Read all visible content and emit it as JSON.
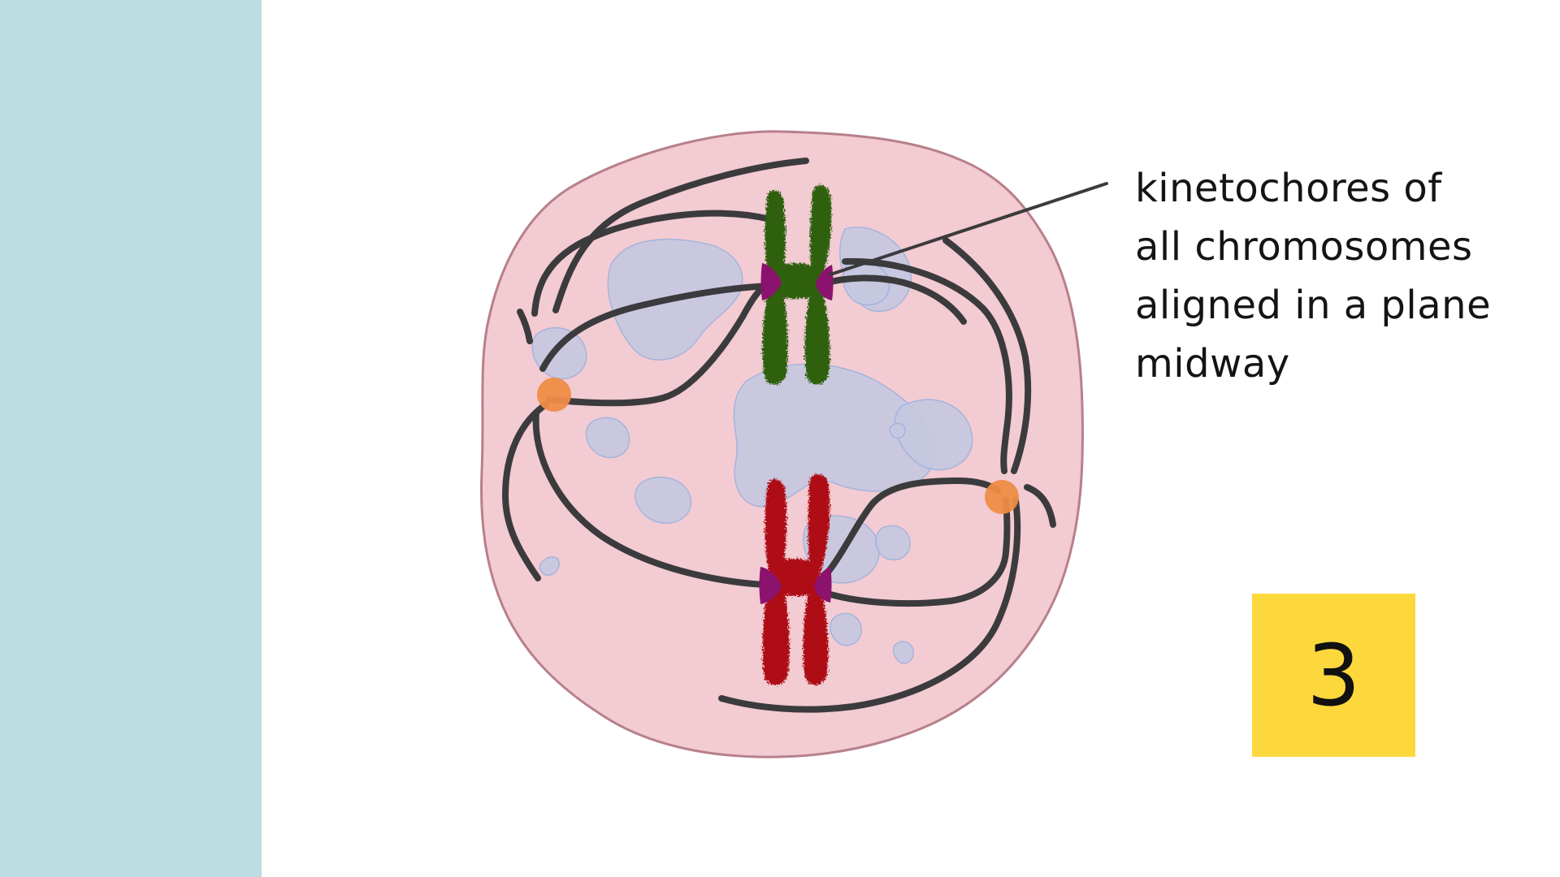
{
  "colors": {
    "side_panel": "#BCDDE1",
    "background": "#FFFFFF",
    "cell_fill": "#F3CBD2",
    "cell_outline": "#B7808B",
    "nucleoplasm": "#C6C8E1",
    "spindle_fiber": "#3B3B3D",
    "centrosome": "#EE8C46",
    "chromosome_green": "#2E6010",
    "chromosome_red": "#AE0B18",
    "kinetochore": "#8B136D",
    "badge": "#FDD83D"
  },
  "callout": {
    "lines": [
      "kinetochores of",
      "all chromosomes",
      "aligned in a plane",
      "midway"
    ]
  },
  "badge": {
    "number": "3"
  }
}
